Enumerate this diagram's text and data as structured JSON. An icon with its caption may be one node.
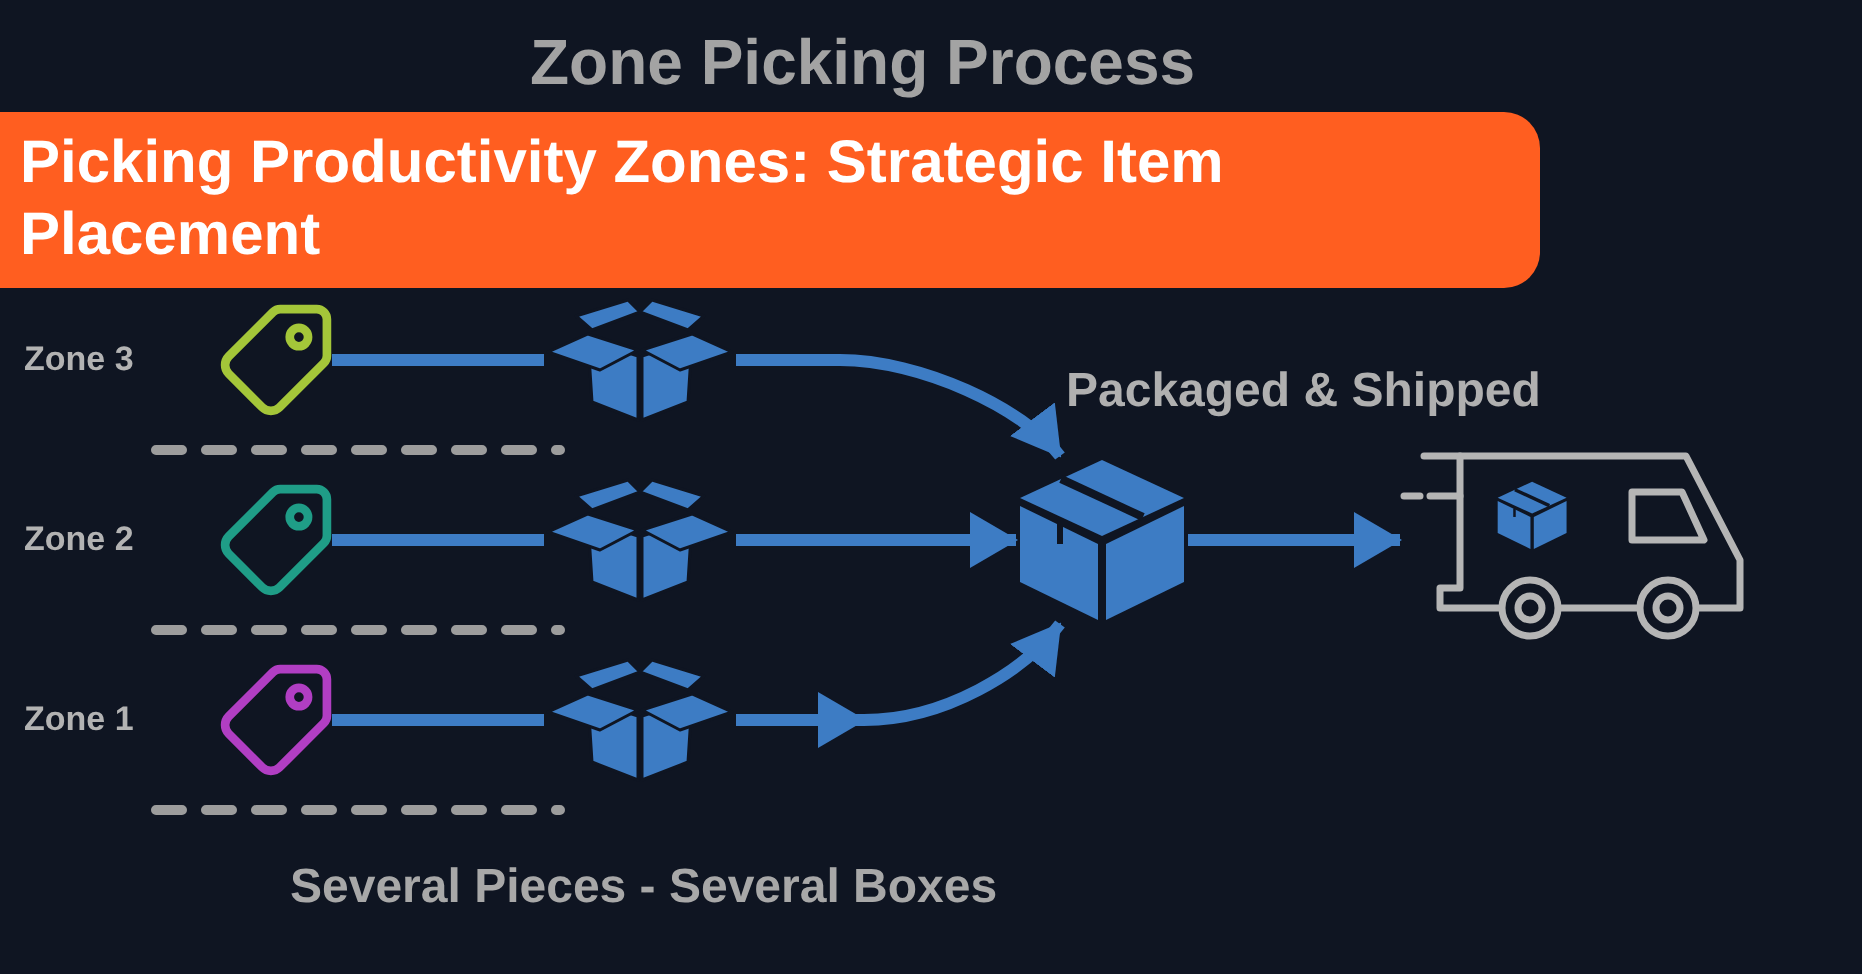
{
  "diagram": {
    "title": "Picking Productivity Zones: Strategic Item Placement",
    "caption": "Several Pieces - Several Boxes",
    "nodes": [
      {
        "text": [],
        "shape": "picture"
      },
      {
        "text": [],
        "shape": "picture"
      },
      {
        "text": [],
        "shape": "picture"
      },
      {
        "text": [],
        "shape": "picture"
      },
      {
        "text": [],
        "shape": "picture"
      },
      {
        "text": [],
        "shape": "picture"
      },
      {
        "text": [],
        "shape": "picture"
      },
      {
        "text": [],
        "shape": "picture"
      }
    ],
    "edges": [
      {
        "from": 0,
        "to": 1,
        "arrow": "none"
      },
      {
        "from": 1,
        "to": 6,
        "arrow": "to"
      },
      {
        "from": 2,
        "to": 3,
        "arrow": "none"
      },
      {
        "from": 3,
        "to": 6,
        "arrow": "to"
      },
      {
        "from": 4,
        "to": 5,
        "arrow": "none"
      },
      {
        "from": 5,
        "to": 6,
        "arrow": "to"
      },
      {
        "from": 6,
        "to": 7,
        "arrow": "to"
      }
    ],
    "labels": [
      "Zone Picking Process",
      "Zone 3",
      "Packaged & Shipped",
      "Zone 2",
      "Zone 1"
    ]
  }
}
